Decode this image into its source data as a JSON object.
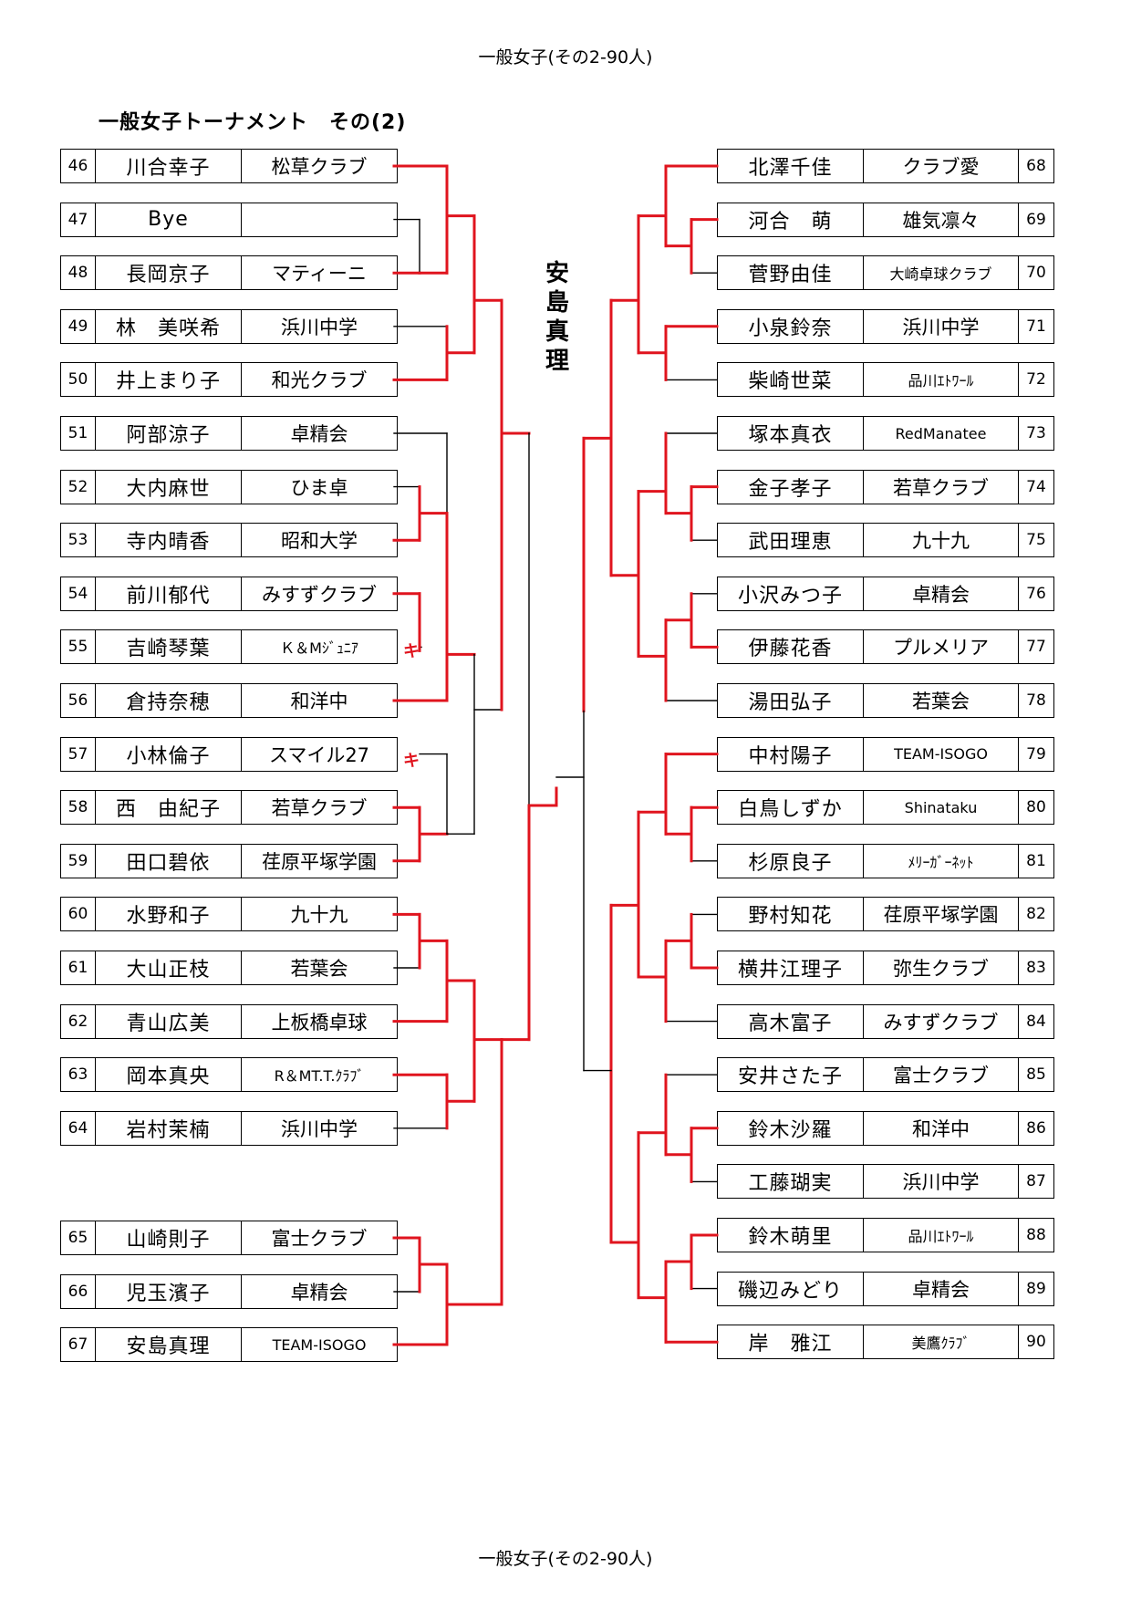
{
  "header": "一般女子(その2-90人)",
  "footer": "一般女子(その2-90人)",
  "title": "一般女子トーナメント　その(2)",
  "champion": "安島真理",
  "notes": {
    "kiken_mark": "キ"
  },
  "left_entries": [
    {
      "no": "46",
      "name": "川合幸子",
      "club": "松草クラブ"
    },
    {
      "no": "47",
      "name": "Bye",
      "club": ""
    },
    {
      "no": "48",
      "name": "長岡京子",
      "club": "マティーニ"
    },
    {
      "no": "49",
      "name": "林　美咲希",
      "club": "浜川中学"
    },
    {
      "no": "50",
      "name": "井上まり子",
      "club": "和光クラブ"
    },
    {
      "no": "51",
      "name": "阿部涼子",
      "club": "卓精会"
    },
    {
      "no": "52",
      "name": "大内麻世",
      "club": "ひま卓"
    },
    {
      "no": "53",
      "name": "寺内晴香",
      "club": "昭和大学"
    },
    {
      "no": "54",
      "name": "前川郁代",
      "club": "みすずクラブ"
    },
    {
      "no": "55",
      "name": "吉崎琴葉",
      "club": "Ｋ＆Mｼﾞｭﾆｱ"
    },
    {
      "no": "56",
      "name": "倉持奈穂",
      "club": "和洋中"
    },
    {
      "no": "57",
      "name": "小林倫子",
      "club": "スマイル27"
    },
    {
      "no": "58",
      "name": "西　由紀子",
      "club": "若草クラブ"
    },
    {
      "no": "59",
      "name": "田口碧依",
      "club": "荏原平塚学園"
    },
    {
      "no": "60",
      "name": "水野和子",
      "club": "九十九"
    },
    {
      "no": "61",
      "name": "大山正枝",
      "club": "若葉会"
    },
    {
      "no": "62",
      "name": "青山広美",
      "club": "上板橋卓球"
    },
    {
      "no": "63",
      "name": "岡本真央",
      "club": "R＆MT.T.ｸﾗﾌﾞ"
    },
    {
      "no": "64",
      "name": "岩村茉楠",
      "club": "浜川中学"
    },
    {
      "no": "65",
      "name": "山崎則子",
      "club": "富士クラブ"
    },
    {
      "no": "66",
      "name": "児玉濱子",
      "club": "卓精会"
    },
    {
      "no": "67",
      "name": "安島真理",
      "club": "TEAM-ISOGO"
    }
  ],
  "right_entries": [
    {
      "no": "68",
      "name": "北澤千佳",
      "club": "クラブ愛"
    },
    {
      "no": "69",
      "name": "河合　萌",
      "club": "雄気凛々"
    },
    {
      "no": "70",
      "name": "菅野由佳",
      "club": "大崎卓球クラブ"
    },
    {
      "no": "71",
      "name": "小泉鈴奈",
      "club": "浜川中学"
    },
    {
      "no": "72",
      "name": "柴崎世菜",
      "club": "品川ｴﾄﾜｰﾙ"
    },
    {
      "no": "73",
      "name": "塚本真衣",
      "club": "RedManatee"
    },
    {
      "no": "74",
      "name": "金子孝子",
      "club": "若草クラブ"
    },
    {
      "no": "75",
      "name": "武田理恵",
      "club": "九十九"
    },
    {
      "no": "76",
      "name": "小沢みつ子",
      "club": "卓精会"
    },
    {
      "no": "77",
      "name": "伊藤花香",
      "club": "プルメリア"
    },
    {
      "no": "78",
      "name": "湯田弘子",
      "club": "若葉会"
    },
    {
      "no": "79",
      "name": "中村陽子",
      "club": "TEAM-ISOGO"
    },
    {
      "no": "80",
      "name": "白鳥しずか",
      "club": "Shinataku"
    },
    {
      "no": "81",
      "name": "杉原良子",
      "club": "ﾒﾘｰｶﾞｰﾈｯﾄ"
    },
    {
      "no": "82",
      "name": "野村知花",
      "club": "荏原平塚学園"
    },
    {
      "no": "83",
      "name": "横井江理子",
      "club": "弥生クラブ"
    },
    {
      "no": "84",
      "name": "高木富子",
      "club": "みすずクラブ"
    },
    {
      "no": "85",
      "name": "安井さた子",
      "club": "富士クラブ"
    },
    {
      "no": "86",
      "name": "鈴木沙羅",
      "club": "和洋中"
    },
    {
      "no": "87",
      "name": "工藤瑚実",
      "club": "浜川中学"
    },
    {
      "no": "88",
      "name": "鈴木萌里",
      "club": "品川ｴﾄﾜｰﾙ"
    },
    {
      "no": "89",
      "name": "磯辺みどり",
      "club": "卓精会"
    },
    {
      "no": "90",
      "name": "岸　雅江",
      "club": "美鷹ｸﾗﾌﾞ"
    }
  ],
  "colors": {
    "winner_line": "#e0141e",
    "loser_line": "#000000"
  }
}
